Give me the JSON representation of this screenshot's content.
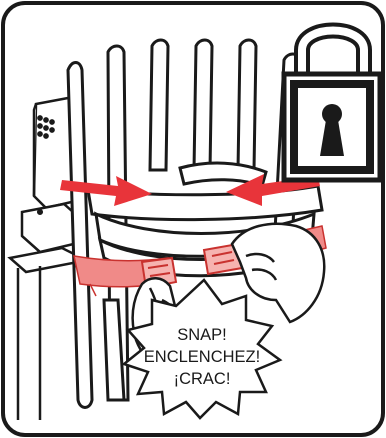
{
  "callout": {
    "lines": [
      "SNAP!",
      "ENCLENCHEZ!",
      "¡CRAC!"
    ]
  },
  "icons": {
    "lock": "padlock-icon",
    "squeeze_arrows": "arrow-icon"
  },
  "colors": {
    "border": "#1a1a1a",
    "arrow": "#e8343a",
    "strap": "#f08a88",
    "strap_dark": "#c9322f",
    "lock_fill": "#ffffff",
    "line": "#1a1a1a"
  }
}
